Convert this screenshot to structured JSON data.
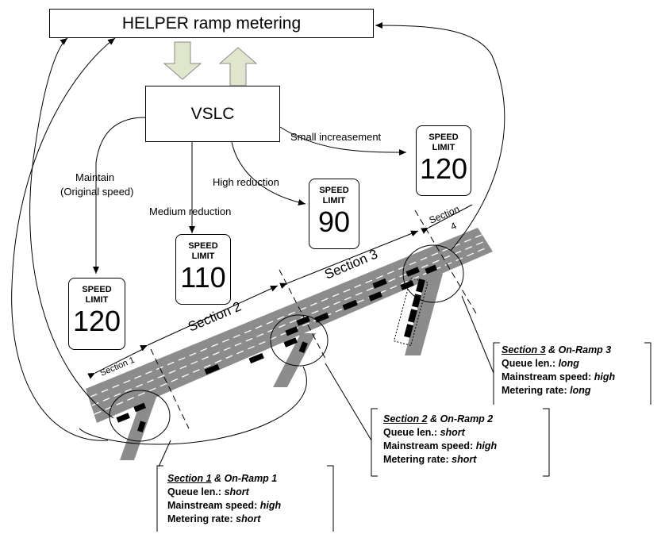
{
  "header": {
    "title": "HELPER ramp metering"
  },
  "controller": {
    "label": "VSLC"
  },
  "actions": {
    "maintain": "Maintain",
    "maintain_sub": "(Original speed)",
    "medium": "Medium reduction",
    "high": "High reduction",
    "small": "Small increasement"
  },
  "signs": [
    {
      "caption_1": "SPEED",
      "caption_2": "LIMIT",
      "value": "120"
    },
    {
      "caption_1": "SPEED",
      "caption_2": "LIMIT",
      "value": "110"
    },
    {
      "caption_1": "SPEED",
      "caption_2": "LIMIT",
      "value": "90"
    },
    {
      "caption_1": "SPEED",
      "caption_2": "LIMIT",
      "value": "120"
    }
  ],
  "sections": {
    "s1": "Section 1",
    "s2": "Section 2",
    "s3": "Section 3",
    "s4_a": "Section",
    "s4_b": "4"
  },
  "info_boxes": [
    {
      "section": "Section 1",
      "ramp": "On-Ramp 1",
      "queue_label": "Queue len.:",
      "queue": "short",
      "speed_label": "Mainstream speed:",
      "speed": "high",
      "rate_label": "Metering rate:",
      "rate": "short"
    },
    {
      "section": "Section 2",
      "ramp": "On-Ramp 2",
      "queue_label": "Queue len.:",
      "queue": "short",
      "speed_label": "Mainstream speed:",
      "speed": "high",
      "rate_label": "Metering rate:",
      "rate": "short"
    },
    {
      "section": "Section 3",
      "ramp": "On-Ramp 3",
      "queue_label": "Queue len.:",
      "queue": "long",
      "speed_label": "Mainstream speed:",
      "speed": "high",
      "rate_label": "Metering rate:",
      "rate": "long"
    }
  ],
  "colors": {
    "road": "#8c8c8c",
    "arrow_fill": "#e0e6cc",
    "arrow_stroke": "#8a8a8a",
    "car": "#000000"
  }
}
